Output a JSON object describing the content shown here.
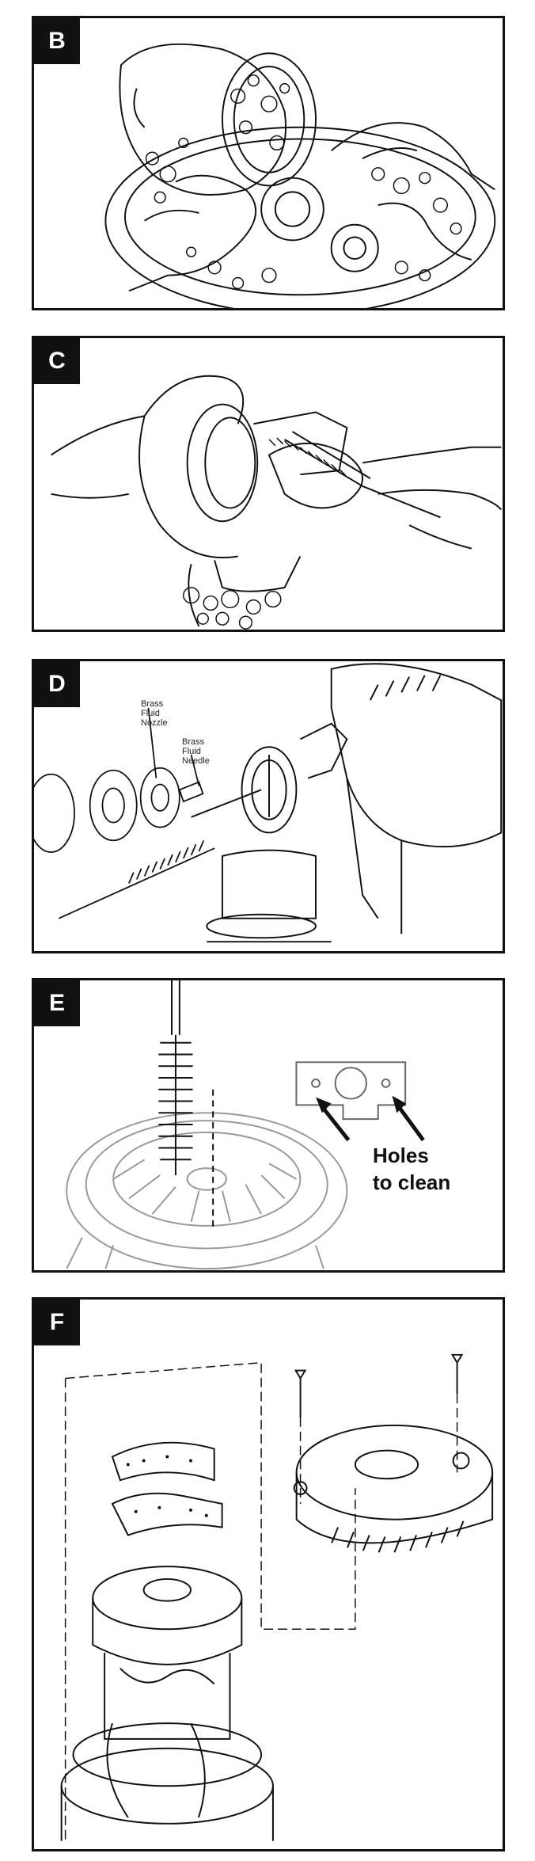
{
  "panels": [
    {
      "letter": "B"
    },
    {
      "letter": "C"
    },
    {
      "letter": "D",
      "labels": {
        "nozzle": "Brass\nFluid\nNozzle",
        "needle": "Brass\nFluid\nNeedle"
      }
    },
    {
      "letter": "E",
      "labels": {
        "holes_line1": "Holes",
        "holes_line2": "to clean"
      }
    },
    {
      "letter": "F"
    }
  ]
}
